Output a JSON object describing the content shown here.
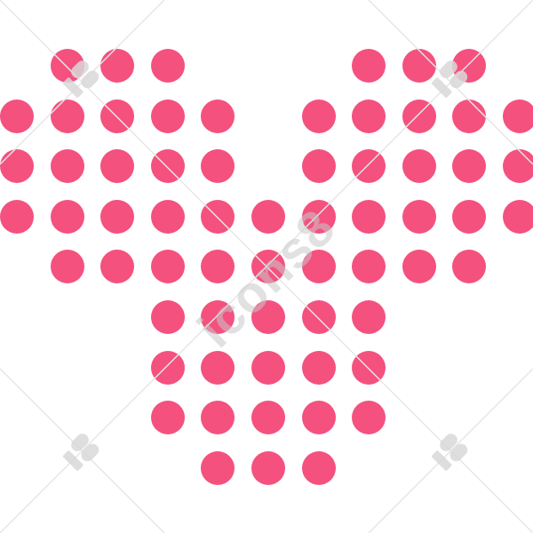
{
  "watermark": {
    "text": "icons8"
  },
  "colors": {
    "dot": "#f4517f",
    "background": "#ffffff",
    "watermark": "#c8c8c8"
  },
  "heart_grid": {
    "shape": "heart",
    "element": "dot",
    "rows": [
      [
        1,
        2,
        3,
        7,
        8,
        9
      ],
      [
        0,
        1,
        2,
        3,
        4,
        6,
        7,
        8,
        9,
        10
      ],
      [
        0,
        1,
        2,
        3,
        4,
        6,
        7,
        8,
        9,
        10
      ],
      [
        0,
        1,
        2,
        3,
        4,
        5,
        6,
        7,
        8,
        9,
        10
      ],
      [
        1,
        2,
        3,
        4,
        5,
        6,
        7,
        8,
        9
      ],
      [
        3,
        4,
        5,
        6,
        7
      ],
      [
        3,
        4,
        5,
        6,
        7
      ],
      [
        3,
        4,
        5,
        6,
        7
      ],
      [
        4,
        5,
        6
      ]
    ]
  }
}
